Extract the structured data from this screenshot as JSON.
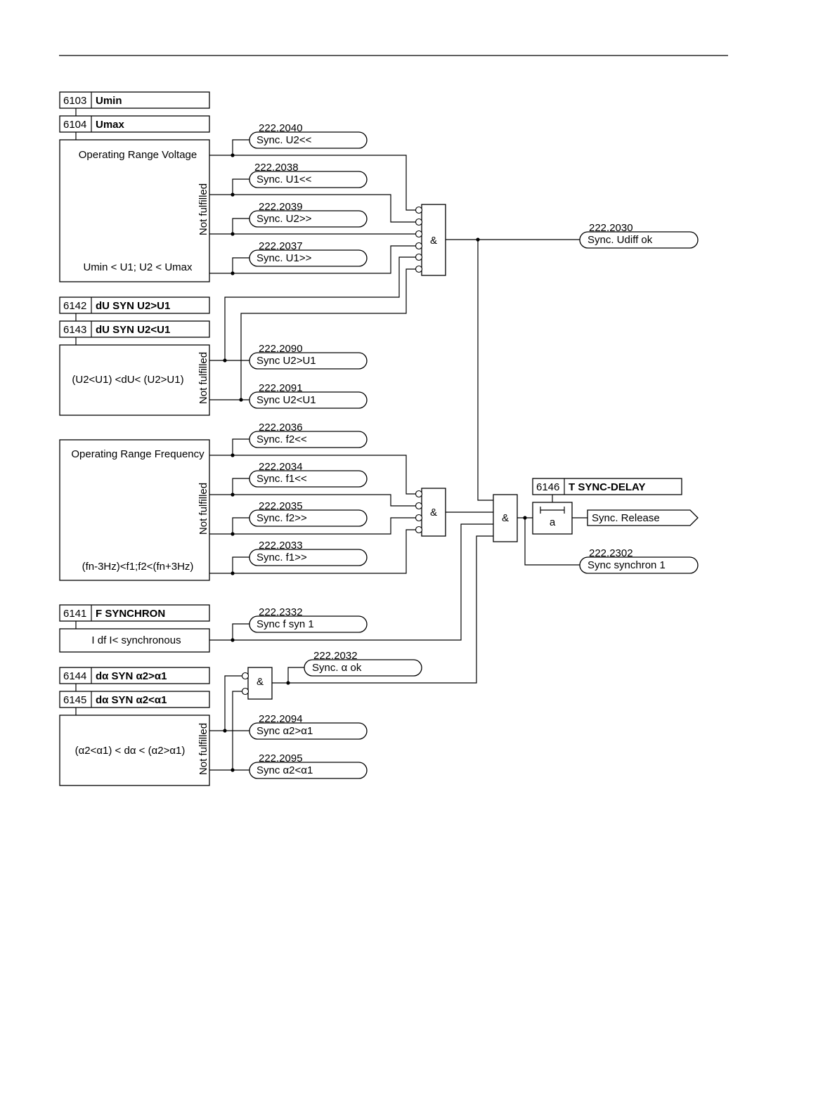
{
  "params": {
    "p6103": {
      "num": "6103",
      "name": "Umin"
    },
    "p6104": {
      "num": "6104",
      "name": "Umax"
    },
    "p6142": {
      "num": "6142",
      "name": "dU SYN U2>U1"
    },
    "p6143": {
      "num": "6143",
      "name": "dU SYN U2<U1"
    },
    "p6141": {
      "num": "6141",
      "name": "F SYNCHRON"
    },
    "p6144": {
      "num": "6144",
      "name": "dα SYN α2>α1"
    },
    "p6145": {
      "num": "6145",
      "name": "dα SYN α2<α1"
    },
    "p6146": {
      "num": "6146",
      "name": "T SYNC-DELAY"
    }
  },
  "blocks": {
    "voltage": {
      "title": "Operating Range Voltage",
      "condition": "Umin < U1; U2 < Umax",
      "side": "Not fulfilled"
    },
    "du": {
      "condition": "(U2<U1) <dU< (U2>U1)",
      "side": "Not fulfilled"
    },
    "frequency": {
      "title": "Operating Range Frequency",
      "condition": "(fn-3Hz)<f1;f2<(fn+3Hz)",
      "side": "Not fulfilled"
    },
    "fsync": {
      "condition": "I df I< synchronous"
    },
    "alpha": {
      "condition": "(α2<α1) < dα < (α2>α1)",
      "side": "Not fulfilled"
    }
  },
  "gates": {
    "and_symbol": "&",
    "timer_label": "a"
  },
  "messages": {
    "m2040": {
      "code": "222.2040",
      "text": "Sync. U2<<"
    },
    "m2038": {
      "code": "222.2038",
      "text": "Sync. U1<<"
    },
    "m2039": {
      "code": "222.2039",
      "text": "Sync. U2>>"
    },
    "m2037": {
      "code": "222.2037",
      "text": "Sync. U1>>"
    },
    "m2090": {
      "code": "222.2090",
      "text": "Sync U2>U1"
    },
    "m2091": {
      "code": "222.2091",
      "text": "Sync U2<U1"
    },
    "m2036": {
      "code": "222.2036",
      "text": "Sync. f2<<"
    },
    "m2034": {
      "code": "222.2034",
      "text": "Sync. f1<<"
    },
    "m2035": {
      "code": "222.2035",
      "text": "Sync. f2>>"
    },
    "m2033": {
      "code": "222.2033",
      "text": "Sync. f1>>"
    },
    "m2332": {
      "code": "222.2332",
      "text": "Sync f syn 1"
    },
    "m2032": {
      "code": "222.2032",
      "text": "Sync. α ok"
    },
    "m2094": {
      "code": "222.2094",
      "text": "Sync α2>α1"
    },
    "m2095": {
      "code": "222.2095",
      "text": "Sync α2<α1"
    },
    "m2030": {
      "code": "222.2030",
      "text": "Sync. Udiff ok"
    },
    "m2302": {
      "code": "222.2302",
      "text": "Sync synchron 1"
    }
  },
  "outputs": {
    "release": "Sync. Release"
  }
}
